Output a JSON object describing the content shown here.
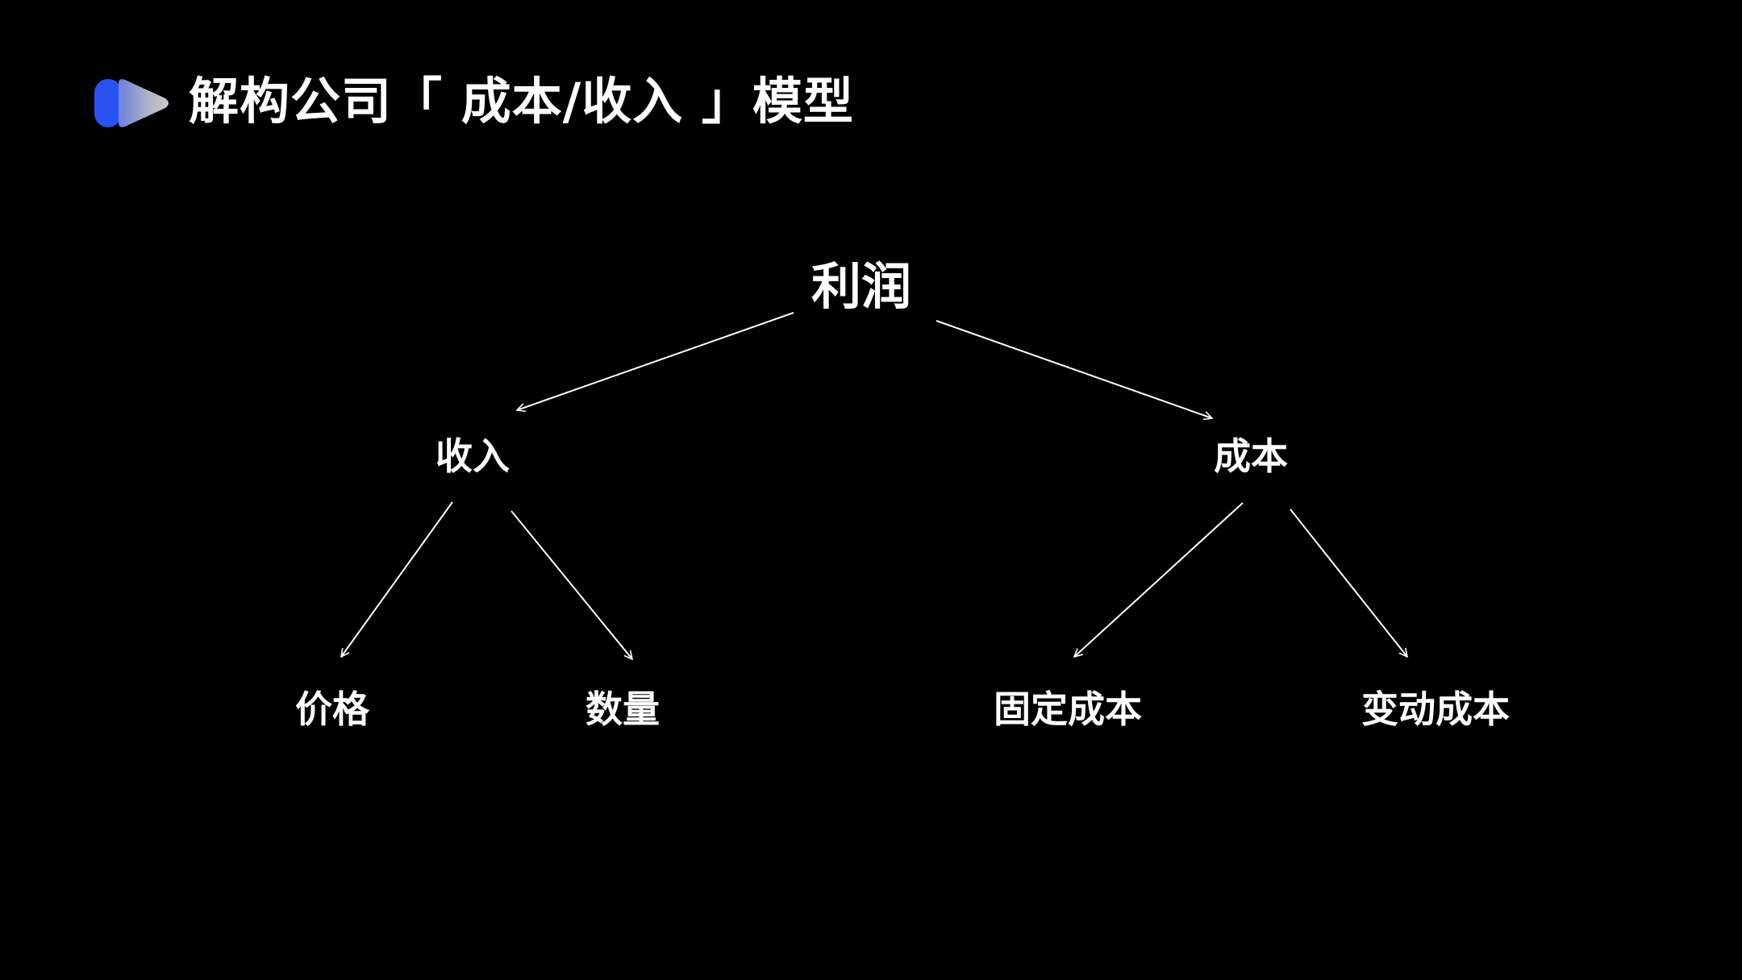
{
  "header": {
    "title": "解构公司「 成本/收入 」模型",
    "logo_icon": "play-logo-icon",
    "logo_colors": [
      "#2a55e8",
      "#9aa8d8"
    ]
  },
  "tree": {
    "root": "利润",
    "revenue": {
      "label": "收入",
      "children": [
        "价格",
        "数量"
      ]
    },
    "cost": {
      "label": "成本",
      "children": [
        "固定成本",
        "变动成本"
      ]
    }
  }
}
